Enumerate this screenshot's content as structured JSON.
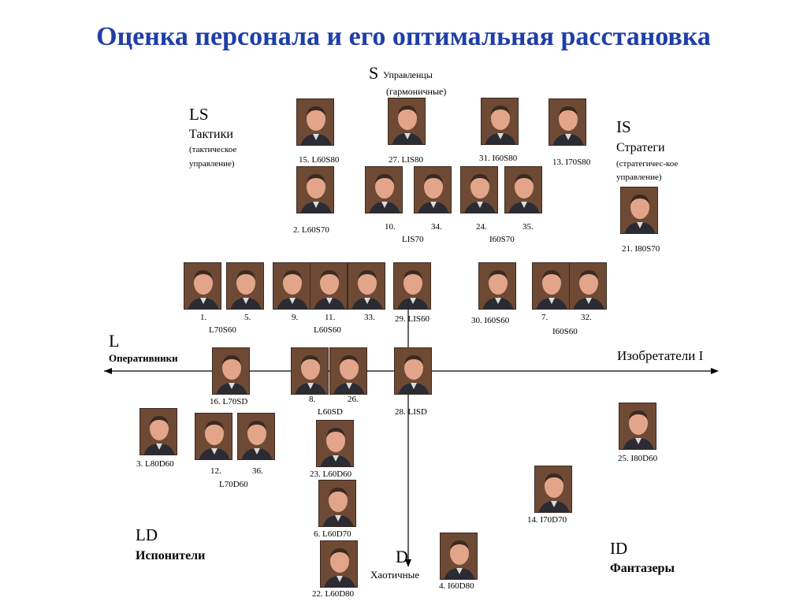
{
  "title": "Оценка персонала и его оптимальная расстановка",
  "axes": {
    "top_letter": "S",
    "top_name": "Управленцы",
    "top_desc": "(гармоничные)",
    "left_letter": "L",
    "left_name": "Оперативники",
    "right_label": "Изобретатели I",
    "bottom_letter": "D",
    "bottom_name": "Хаотичные"
  },
  "corners": {
    "ls": {
      "code": "LS",
      "name": "Тактики",
      "desc1": "(тактическое",
      "desc2": "управление)"
    },
    "is": {
      "code": "IS",
      "name": "Стратеги",
      "desc1": "(стратегичес-кое",
      "desc2": "управление)"
    },
    "ld": {
      "code": "LD",
      "name": "Испонители"
    },
    "id": {
      "code": "ID",
      "name": "Фантазеры"
    }
  },
  "captions": {
    "c15": "15. L60S80",
    "c27": "27. LIS80",
    "c31": "31. I60S80",
    "c13": "13. I70S80",
    "c2": "2. L60S70",
    "c10": "10.",
    "c34": "34.",
    "c24": "24.",
    "c35": "35.",
    "lis70": "LIS70",
    "i60s70": "I60S70",
    "c21": "21. I80S70",
    "c1": "1.",
    "c5": "5.",
    "l70s60": "L70S60",
    "c9": "9.",
    "c11": "11.",
    "c33": "33.",
    "l60s60": "L60S60",
    "c29": "29. LIS60",
    "c30": "30. I60S60",
    "c7": "7.",
    "c32": "32.",
    "i60s60": "I60S60",
    "c16": "16. L70SD",
    "c8": "8.",
    "c26": "26.",
    "l60sd": "L60SD",
    "c28": "28. LISD",
    "c3": "3. L80D60",
    "c12": "12.",
    "c36": "36.",
    "l70d60": "L70D60",
    "c23": "23. L60D60",
    "c25": "25. I80D60",
    "c14": "14. I70D70",
    "c6": "6. L60D70",
    "c4": "4. I60D80",
    "c22": "22. L60D80"
  },
  "colors": {
    "title": "#1f3ea8",
    "axis": "#000000",
    "photo_bg": "#6e4a35",
    "skin": "#e2a58a",
    "suit": "#2b2b33"
  }
}
